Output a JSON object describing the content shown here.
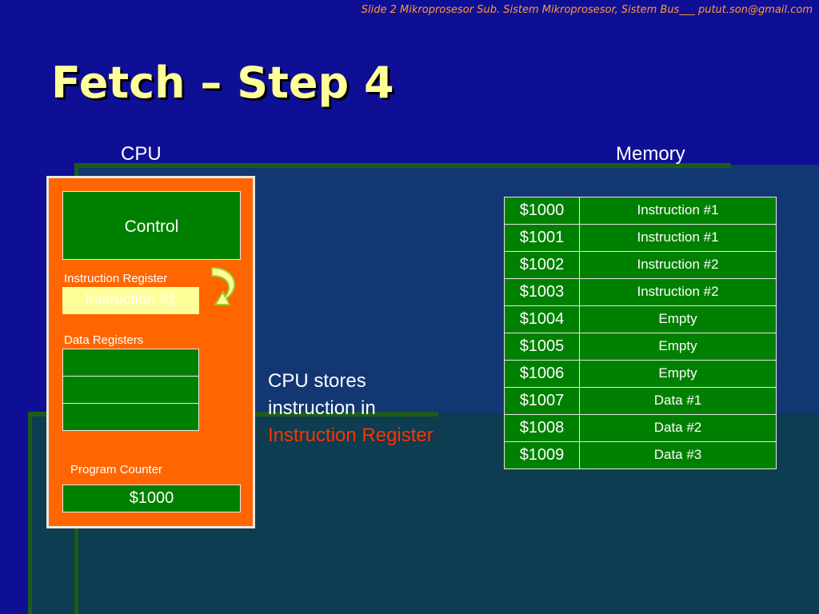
{
  "header": "Slide 2 Mikroprosesor Sub. Sistem Mikroprosesor, Sistem Bus___ putut.son@gmail.com",
  "title": "Fetch – Step 4",
  "cpu": {
    "label": "CPU",
    "control": "Control",
    "instruction_register_label": "Instruction Register",
    "instruction_register_value": "Instruction #1",
    "data_registers_label": "Data Registers",
    "data_registers": [
      "",
      "",
      ""
    ],
    "program_counter_label": "Program Counter",
    "program_counter_value": "$1000"
  },
  "caption": {
    "line1": "CPU stores",
    "line2": "instruction in",
    "highlight": "Instruction Register"
  },
  "memory": {
    "label": "Memory",
    "rows": [
      {
        "addr": "$1000",
        "value": "Instruction #1"
      },
      {
        "addr": "$1001",
        "value": "Instruction #1"
      },
      {
        "addr": "$1002",
        "value": "Instruction #2"
      },
      {
        "addr": "$1003",
        "value": "Instruction #2"
      },
      {
        "addr": "$1004",
        "value": "Empty"
      },
      {
        "addr": "$1005",
        "value": "Empty"
      },
      {
        "addr": "$1006",
        "value": "Empty"
      },
      {
        "addr": "$1007",
        "value": "Data #1"
      },
      {
        "addr": "$1008",
        "value": "Data #2"
      },
      {
        "addr": "$1009",
        "value": "Data #3"
      }
    ]
  },
  "colors": {
    "background": "#0f0f96",
    "cpu_box": "#ff6600",
    "cell_green": "#008000",
    "title": "#ffff99",
    "highlight": "#ff3300"
  }
}
